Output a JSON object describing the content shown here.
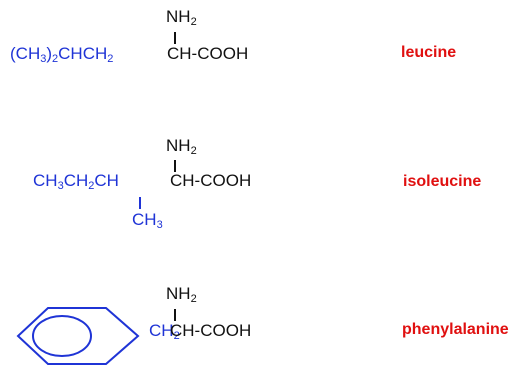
{
  "colors": {
    "substituent": "#1f34d6",
    "backbone": "#111111",
    "name": "#e01010"
  },
  "molecules": [
    {
      "id": "leucine",
      "name": "leucine",
      "amino_group": {
        "text": "NH",
        "sub": "2"
      },
      "side_chain": {
        "parts": [
          {
            "text": "(CH",
            "sub": "3"
          },
          {
            "text": ")",
            "sub": "2"
          },
          {
            "text": "CHCH",
            "sub": "2"
          }
        ]
      },
      "backbone": {
        "text": "CH-COOH"
      }
    },
    {
      "id": "isoleucine",
      "name": "isoleucine",
      "amino_group": {
        "text": "NH",
        "sub": "2"
      },
      "side_chain": {
        "parts": [
          {
            "text": "CH",
            "sub": "3"
          },
          {
            "text": "CH",
            "sub": "2"
          },
          {
            "text": "CH",
            "sub": ""
          }
        ],
        "branch": {
          "text": "CH",
          "sub": "3"
        }
      },
      "backbone": {
        "text": "CH-COOH"
      }
    },
    {
      "id": "phenylalanine",
      "name": "phenylalanine",
      "amino_group": {
        "text": "NH",
        "sub": "2"
      },
      "side_chain": {
        "parts": [
          {
            "text": "CH",
            "sub": "2"
          }
        ],
        "ring": "benzene-ring"
      },
      "backbone": {
        "text": "CH-COOH"
      }
    }
  ]
}
